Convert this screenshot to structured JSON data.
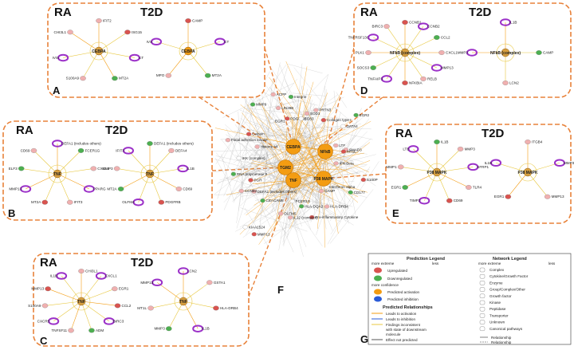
{
  "figure": {
    "f_letter": "F",
    "g_letter": "G",
    "colors": {
      "border": "#e8823a",
      "up": "#d9534f",
      "up_light": "#f0b0b0",
      "down": "#4caf50",
      "activation": "#f39c12",
      "purple": "#9b30c8",
      "edge": "#999999",
      "edge_yellow": "#e8c840"
    }
  },
  "panels": [
    {
      "id": "A",
      "letter": "A",
      "left_title": "RA",
      "right_title": "T2D",
      "left_hub": "CEBPA",
      "right_hub": "CEBPA",
      "left_nodes": [
        "IFIT2",
        "ISG15",
        "IcT",
        "MT2A",
        "S100A9",
        "IVIS",
        "CHI3L1"
      ],
      "right_nodes": [
        "CAMP",
        "IcT",
        "MT2A",
        "MPO",
        "IVS"
      ]
    },
    {
      "id": "D",
      "letter": "D",
      "left_title": "RA",
      "right_title": "T2D",
      "left_hub": "NFkB (complex)",
      "right_hub": "NFkB (complex)",
      "left_nodes": [
        "CCNB1",
        "CCNB2",
        "CCL2",
        "CXCL1",
        "MMP13",
        "RELB",
        "NFKBIA",
        "TNFAIP3",
        "SOCS3",
        "PLK1",
        "TNFRSF13C",
        "BIRC3"
      ],
      "right_nodes": [
        "IL1B",
        "CAMP",
        "LCN2",
        "MMP3"
      ]
    },
    {
      "id": "B",
      "letter": "B",
      "left_title": "RA",
      "right_title": "T2D",
      "left_hub": "TNF",
      "right_hub": "TNF",
      "left_nodes": [
        "DEFA1 (includes others)",
        "FCER1G",
        "CXCL5",
        "PPARG",
        "IFIT3",
        "MT2A",
        "MMP13",
        "ELF3",
        "CD69"
      ],
      "right_nodes": [
        "DEFA1 (includes others)",
        "DEFA4",
        "IL1B",
        "CD69",
        "PDGFRB",
        "OLFM4",
        "MT2A",
        "MMP3",
        "IFIT3"
      ]
    },
    {
      "id": "E",
      "letter": "E",
      "left_title": "RA",
      "right_title": "T2D",
      "left_hub": "P38 MAPK",
      "right_hub": "P38 MAPK",
      "left_nodes": [
        "IL1B",
        "MMP3",
        "SFRP1",
        "TLR4",
        "CD69",
        "TIMP3",
        "EGR1",
        "MMP1",
        "LTB"
      ],
      "right_nodes": [
        "ITGB4",
        "MMP3",
        "MMP13",
        "EGR1",
        "IL1B"
      ]
    },
    {
      "id": "C",
      "letter": "C",
      "left_title": "RA",
      "right_title": "T2D",
      "left_hub": "TNF",
      "right_hub": "TNF",
      "left_nodes": [
        "CHI3L1",
        "CXCL1",
        "EGR1",
        "CCL2",
        "BIRC3",
        "ADM",
        "TNFSF11",
        "CXCR5",
        "S100A9",
        "MMP13",
        "IL1B"
      ],
      "right_nodes": [
        "LCN2",
        "GSTA1",
        "HLA-DRB4",
        "IL1B",
        "MMP3",
        "MT1L",
        "MMP13"
      ]
    }
  ],
  "network": {
    "hubs": [
      "CEBPA",
      "NFkB",
      "TGM2",
      "P38 MAPK",
      "TNF"
    ],
    "labels": [
      "IFN Beta",
      "S100P",
      "CD177",
      "Interferon alpha",
      "CAMP",
      "HLA-DRB4",
      "Pro-inflammatory Cytokine",
      "HLA-DQA2",
      "FCER1G",
      "IL12 (complex)",
      "OLFM5",
      "MMP13",
      "CEACAM8",
      "KIAA1524",
      "DEFA1 (includes others)",
      "CCNB2",
      "PGR",
      "RNA polymerase II",
      "IKK (complex)",
      "Focal adhesion kinase",
      "Histone h4",
      "Calpain",
      "MMP9",
      "EGR1",
      "ACPP",
      "LIN28B",
      "PDGF BB",
      "Integrin",
      "CD83",
      "SOD3",
      "PRTN3",
      "Collagen type I",
      "EGR2",
      "GATA4",
      "LTF",
      "SMAD3",
      "MT1L"
    ]
  },
  "legend": {
    "prediction_title": "Prediction Legend",
    "network_title": "Network Legend",
    "more_extreme": "more extreme",
    "less": "less",
    "upregulated": "Upregulated",
    "downregulated": "Downregulated",
    "more_confidence": "more confidence",
    "predicted_activation": "Predicted activation",
    "predicted_inhibition": "Predicted inhibition",
    "relationships_title": "Predicted Relationships",
    "rel_activation": "Leads to activation",
    "rel_inhibition": "Leads to inhibition",
    "rel_inconsistent_1": "Findings inconsistent",
    "rel_inconsistent_2": "with state of downstream",
    "rel_inconsistent_3": "molecule",
    "rel_not_predicted": "Effect not predicted",
    "network_items": [
      "Complex",
      "Cytokine/Growth Factor",
      "Enzyme",
      "Group/Complex/Other",
      "Growth factor",
      "Kinase",
      "Peptidase",
      "Transporter",
      "Unknown",
      "Canonical pathways"
    ],
    "relationship": "Relationship",
    "relationship2": "Relationship"
  }
}
